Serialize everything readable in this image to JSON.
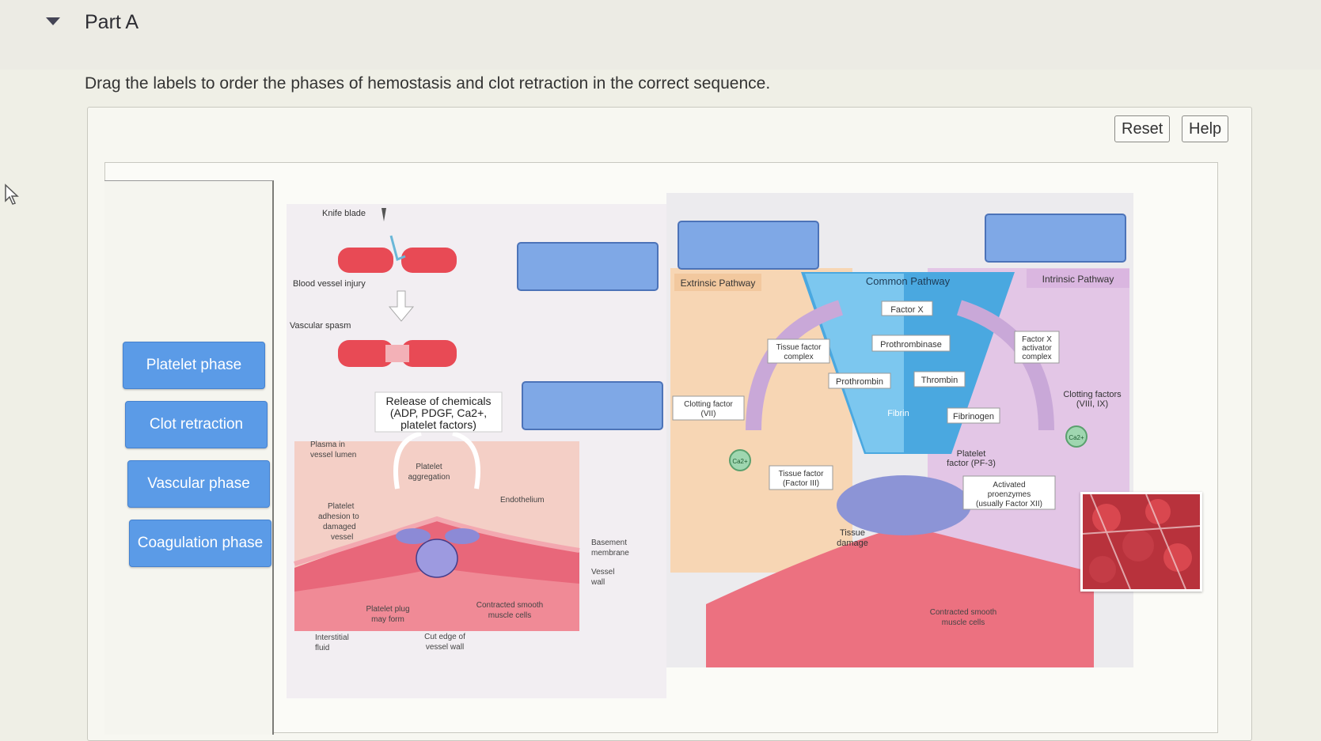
{
  "header": {
    "part_title": "Part A"
  },
  "instructions": "Drag the labels to order the phases of hemostasis and clot retraction in the correct sequence.",
  "toolbar": {
    "reset_label": "Reset",
    "help_label": "Help"
  },
  "labels": [
    {
      "text": "Platelet phase"
    },
    {
      "text": "Clot retraction"
    },
    {
      "text": "Vascular phase"
    },
    {
      "text": "Coagulation phase"
    }
  ],
  "figure_left": {
    "knife_blade": "Knife blade",
    "blood_vessel_injury": "Blood vessel injury",
    "vascular_spasm": "Vascular spasm",
    "release_line1": "Release of chemicals",
    "release_line2": "(ADP, PDGF, Ca2+,",
    "release_line3": "platelet factors)",
    "plasma_line1": "Plasma in",
    "plasma_line2": "vessel lumen",
    "platelet_aggregation_line1": "Platelet",
    "platelet_aggregation_line2": "aggregation",
    "endothelium": "Endothelium",
    "adhesion_line1": "Platelet",
    "adhesion_line2": "adhesion to",
    "adhesion_line3": "damaged",
    "adhesion_line4": "vessel",
    "basement_line1": "Basement",
    "basement_line2": "membrane",
    "vessel_wall_line1": "Vessel",
    "vessel_wall_line2": "wall",
    "plug_line1": "Platelet plug",
    "plug_line2": "may form",
    "smooth_line1": "Contracted smooth",
    "smooth_line2": "muscle cells",
    "interstitial_line1": "Interstitial",
    "interstitial_line2": "fluid",
    "cut_line1": "Cut edge of",
    "cut_line2": "vessel wall"
  },
  "figure_right": {
    "extrinsic": "Extrinsic Pathway",
    "common": "Common Pathway",
    "intrinsic": "Intrinsic Pathway",
    "factor_x": "Factor X",
    "prothrombinase": "Prothrombinase",
    "tissue_factor_complex_line1": "Tissue factor",
    "tissue_factor_complex_line2": "complex",
    "factor_x_activator_line1": "Factor X",
    "factor_x_activator_line2": "activator",
    "factor_x_activator_line3": "complex",
    "prothrombin": "Prothrombin",
    "thrombin": "Thrombin",
    "clotting_factor_vii_line1": "Clotting factor",
    "clotting_factor_vii_line2": "(VII)",
    "clotting_factors_intr_line1": "Clotting factors",
    "clotting_factors_intr_line2": "(VIII, IX)",
    "fibrin": "Fibrin",
    "fibrinogen": "Fibrinogen",
    "ca": "Ca2+",
    "platelet_factor_line1": "Platelet",
    "platelet_factor_line2": "factor (PF-3)",
    "tissue_factor_iii_line1": "Tissue factor",
    "tissue_factor_iii_line2": "(Factor III)",
    "activated_line1": "Activated",
    "activated_line2": "proenzymes",
    "activated_line3": "(usually Factor XII)",
    "tissue_damage_line1": "Tissue",
    "tissue_damage_line2": "damage",
    "smooth_line1": "Contracted smooth",
    "smooth_line2": "muscle cells"
  },
  "colors": {
    "label_chip": "#5b9be7",
    "drop_target": "#7fa8e6",
    "common_pathway": "#4aa8e0",
    "extrinsic_bg": "#f7d6b4",
    "intrinsic_bg": "#e3c6e6"
  }
}
